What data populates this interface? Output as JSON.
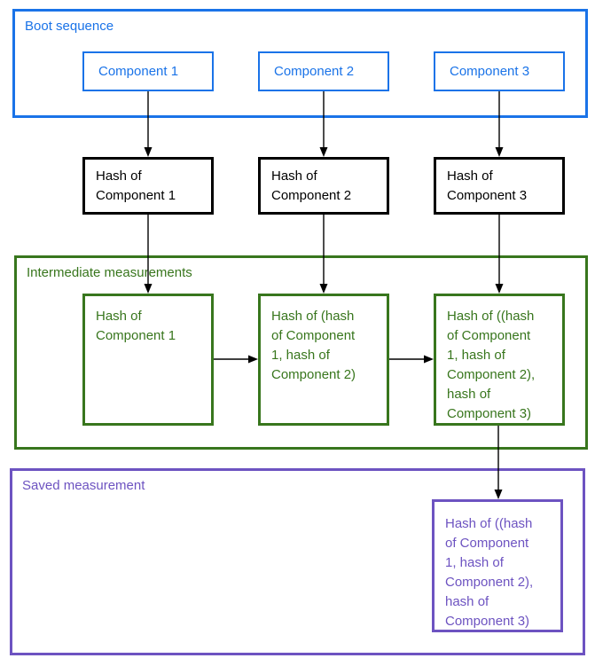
{
  "sections": {
    "boot": {
      "label": "Boot sequence"
    },
    "intermediate": {
      "label": "Intermediate measurements"
    },
    "saved": {
      "label": "Saved measurement"
    }
  },
  "nodes": {
    "component1": {
      "label": "Component 1"
    },
    "component2": {
      "label": "Component 2"
    },
    "component3": {
      "label": "Component 3"
    },
    "hash1": {
      "label": "Hash of\nComponent 1"
    },
    "hash2": {
      "label": "Hash of\nComponent 2"
    },
    "hash3": {
      "label": "Hash of\nComponent 3"
    },
    "measurement1": {
      "label": "Hash of\nComponent 1"
    },
    "measurement2": {
      "label": "Hash of (hash\nof Component\n1, hash of\nComponent 2)"
    },
    "measurement3": {
      "label": "Hash of ((hash\nof Component\n1, hash of\nComponent 2),\nhash of\nComponent 3)"
    },
    "saved_measurement": {
      "label": "Hash of ((hash\nof Component\n1, hash of\nComponent 2),\nhash of\nComponent 3)"
    }
  },
  "edges": [
    {
      "from": "component1",
      "to": "hash1"
    },
    {
      "from": "component2",
      "to": "hash2"
    },
    {
      "from": "component3",
      "to": "hash3"
    },
    {
      "from": "hash1",
      "to": "measurement1"
    },
    {
      "from": "hash2",
      "to": "measurement2"
    },
    {
      "from": "hash3",
      "to": "measurement3"
    },
    {
      "from": "measurement1",
      "to": "measurement2"
    },
    {
      "from": "measurement2",
      "to": "measurement3"
    },
    {
      "from": "measurement3",
      "to": "saved_measurement"
    }
  ],
  "colors": {
    "blue": "#1a73e8",
    "green": "#38761d",
    "purple": "#6d53c1",
    "black": "#000000"
  }
}
